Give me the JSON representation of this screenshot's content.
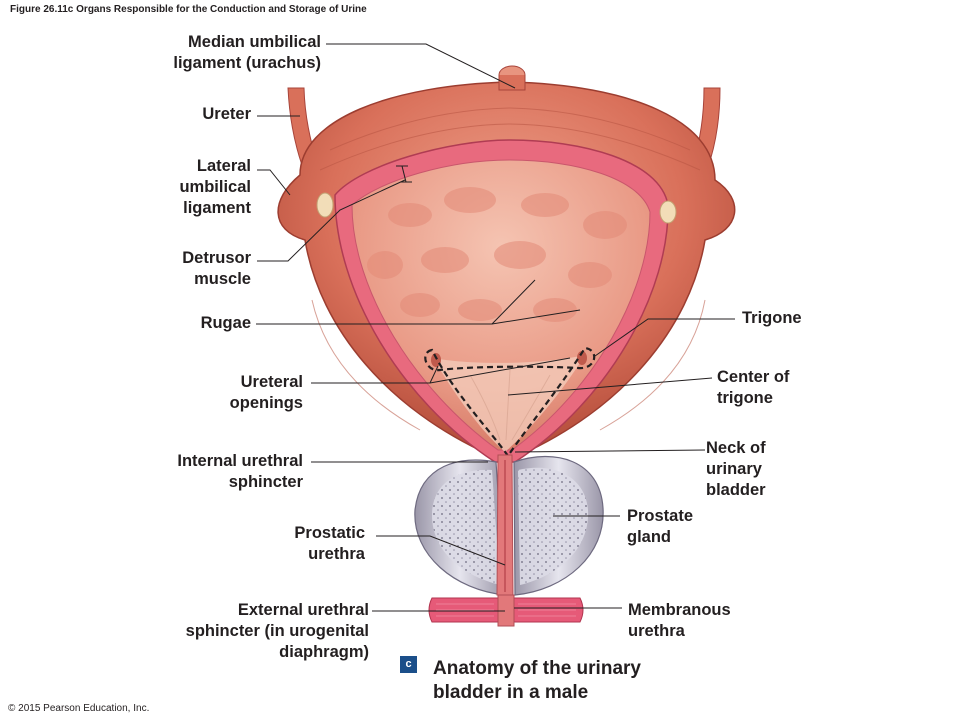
{
  "figure_title": "Figure 26.11c Organs Responsible for the Conduction and Storage of Urine",
  "copyright": "© 2015 Pearson Education, Inc.",
  "panel_letter": "c",
  "caption": [
    "Anatomy of the urinary",
    "bladder in a male"
  ],
  "labels": {
    "median_umbilical_ligament": [
      "Median umbilical",
      "ligament (urachus)"
    ],
    "ureter": [
      "Ureter"
    ],
    "lateral_umbilical_ligament": [
      "Lateral",
      "umbilical",
      "ligament"
    ],
    "detrusor_muscle": [
      "Detrusor",
      "muscle"
    ],
    "rugae": [
      "Rugae"
    ],
    "ureteral_openings": [
      "Ureteral",
      "openings"
    ],
    "internal_urethral_sphincter": [
      "Internal urethral",
      "sphincter"
    ],
    "prostatic_urethra": [
      "Prostatic",
      "urethra"
    ],
    "external_urethral_sphincter": [
      "External urethral",
      "sphincter (in urogenital",
      "diaphragm)"
    ],
    "trigone": [
      "Trigone"
    ],
    "center_of_trigone": [
      "Center of",
      "trigone"
    ],
    "neck_of_urinary_bladder": [
      "Neck of",
      "urinary",
      "bladder"
    ],
    "prostate_gland": [
      "Prostate",
      "gland"
    ],
    "membranous_urethra": [
      "Membranous",
      "urethra"
    ]
  },
  "colors": {
    "muscle": "#d9705a",
    "muscle_dark": "#b94a3a",
    "mucosa": "#e8918a",
    "wall_pink": "#e86a7e",
    "prostate": "#c9c7d6",
    "leader_line": "#231f20",
    "badge": "#1b4f8a"
  }
}
